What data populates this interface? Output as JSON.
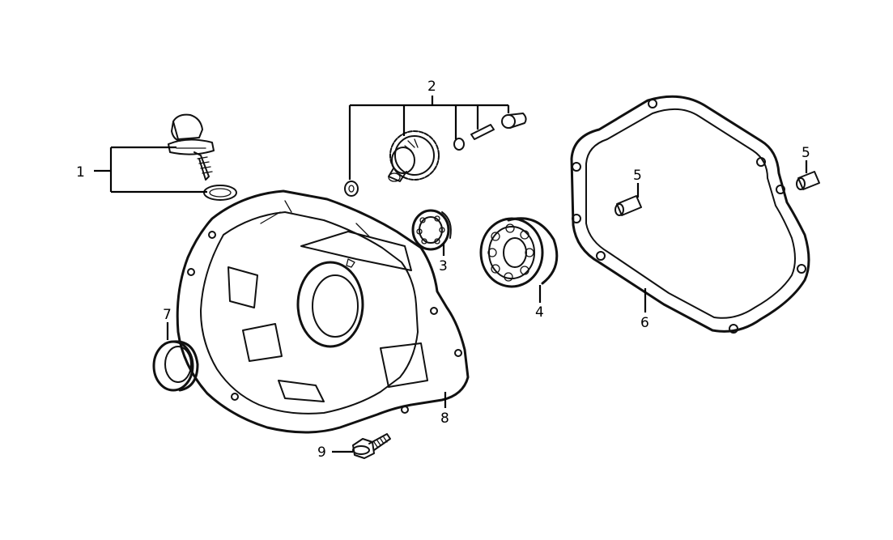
{
  "callouts": {
    "c1": "1",
    "c2": "2",
    "c3": "3",
    "c4": "4",
    "c5a": "5",
    "c5b": "5",
    "c6": "6",
    "c7": "7",
    "c8": "8",
    "c9": "9"
  },
  "colors": {
    "ink": "#111111",
    "background": "#ffffff"
  }
}
